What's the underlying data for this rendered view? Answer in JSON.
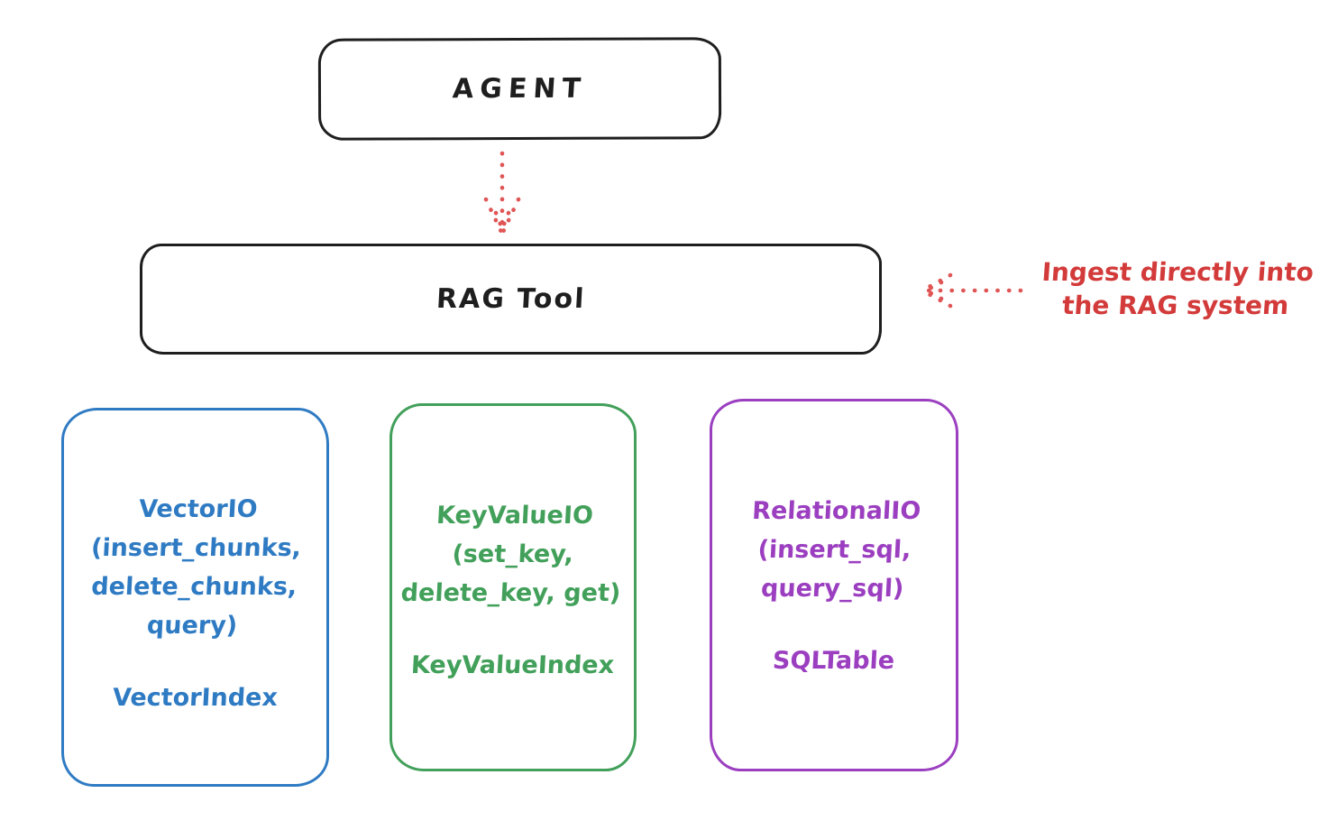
{
  "diagram": {
    "title_hint": "RAG Tool architecture sketch",
    "colors": {
      "ink": "#1e1e1e",
      "red_accent": "#d33b3b",
      "red_arrow": "#e05555",
      "blue_accent": "#2f7bc3",
      "green_accent": "#42a05a",
      "purple_accent": "#9b3fc0",
      "background": "#ffffff"
    },
    "agent_box": {
      "label": "AGENT"
    },
    "rag_box": {
      "label": "RAG Tool"
    },
    "ingest_annotation": {
      "line1": "Ingest directly into",
      "line2": "the RAG system"
    },
    "storage_boxes": [
      {
        "name": "vector-io",
        "accent": "#2f7bc3",
        "lines": [
          "VectorIO",
          "(insert_chunks,",
          "delete_chunks,",
          "query)"
        ],
        "index_label": "VectorIndex"
      },
      {
        "name": "keyvalue-io",
        "accent": "#42a05a",
        "lines": [
          "KeyValueIO",
          "(set_key,",
          "delete_key, get)"
        ],
        "index_label": "KeyValueIndex"
      },
      {
        "name": "relational-io",
        "accent": "#9b3fc0",
        "lines": [
          "RelationalIO",
          "(insert_sql,",
          "query_sql)"
        ],
        "index_label": "SQLTable"
      }
    ]
  }
}
